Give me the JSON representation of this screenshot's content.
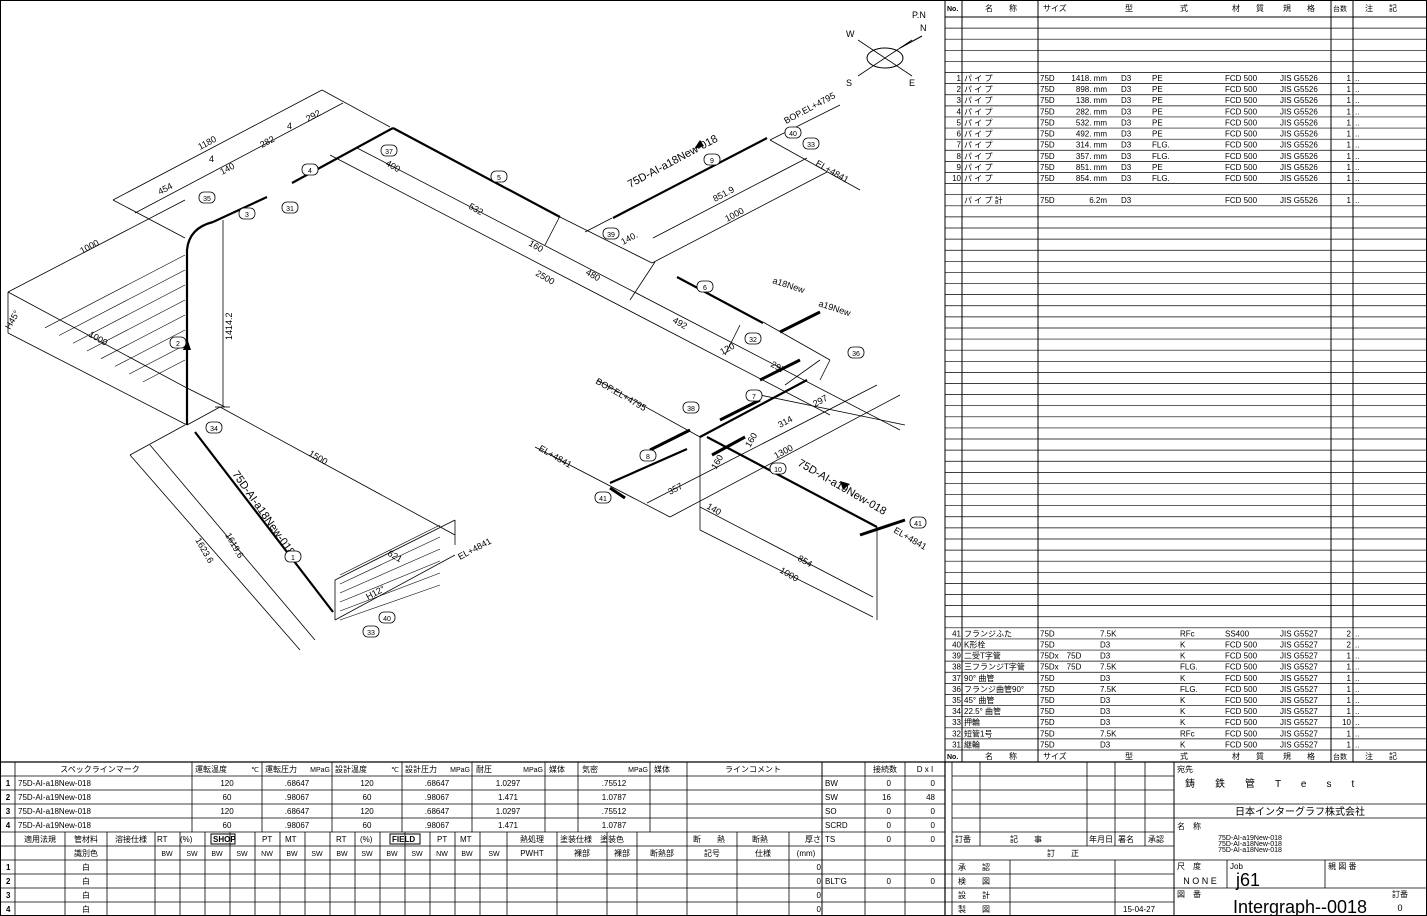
{
  "drawing": {
    "compass": {
      "pn": "P.N",
      "n": "N",
      "w": "W",
      "s": "S",
      "e": "E"
    },
    "labels": [
      "1180",
      "454",
      "140",
      "4",
      "282",
      "4",
      "292",
      "1000",
      "H45°",
      "1000",
      "1414.2",
      "1500",
      "400",
      "532",
      "160",
      "2500",
      "480",
      "492",
      "140.",
      "851.9",
      "1000",
      "75D-AI-a18New-018",
      "BOP.EL+4795",
      "EL+4841",
      "a18New",
      "a19New",
      "120",
      "297",
      "297",
      "314",
      "1300",
      "160",
      "160",
      "357",
      "140",
      "854",
      "1000",
      "75D-AI-a19New-018",
      "BOP.EL+4795",
      "EL+4841",
      "EL+4841",
      "75D-AI-a18New-018",
      "1619.6",
      "1623.6",
      "EL+4841",
      "621",
      "H12°"
    ],
    "callouts": [
      "35",
      "3",
      "31",
      "4",
      "37",
      "5",
      "9",
      "40",
      "33",
      "39",
      "6",
      "32",
      "36",
      "2",
      "34",
      "1",
      "40",
      "33",
      "7",
      "38",
      "8",
      "10",
      "41",
      "41"
    ]
  },
  "parts_header": {
    "no": "No.",
    "name": "名　　称",
    "size": "サイズ",
    "type_a": "型",
    "type_b": "式",
    "material": "材　　質",
    "spec": "規　　格",
    "qty": "台数",
    "note": "注　　記"
  },
  "pipes": [
    {
      "no": "1",
      "name": "パ イ プ",
      "size": "75D",
      "length": "1418. mm",
      "model": "D3",
      "end": "PE",
      "material": "FCD 500",
      "spec": "JIS G5526",
      "qty": "1",
      "note": ".."
    },
    {
      "no": "2",
      "name": "パ イ プ",
      "size": "75D",
      "length": "898. mm",
      "model": "D3",
      "end": "PE",
      "material": "FCD 500",
      "spec": "JIS G5526",
      "qty": "1",
      "note": ".."
    },
    {
      "no": "3",
      "name": "パ イ プ",
      "size": "75D",
      "length": "138. mm",
      "model": "D3",
      "end": "PE",
      "material": "FCD 500",
      "spec": "JIS G5526",
      "qty": "1",
      "note": ".."
    },
    {
      "no": "4",
      "name": "パ イ プ",
      "size": "75D",
      "length": "282. mm",
      "model": "D3",
      "end": "PE",
      "material": "FCD 500",
      "spec": "JIS G5526",
      "qty": "1",
      "note": ".."
    },
    {
      "no": "5",
      "name": "パ イ プ",
      "size": "75D",
      "length": "532. mm",
      "model": "D3",
      "end": "PE",
      "material": "FCD 500",
      "spec": "JIS G5526",
      "qty": "1",
      "note": ".."
    },
    {
      "no": "6",
      "name": "パ イ プ",
      "size": "75D",
      "length": "492. mm",
      "model": "D3",
      "end": "PE",
      "material": "FCD 500",
      "spec": "JIS G5526",
      "qty": "1",
      "note": ".."
    },
    {
      "no": "7",
      "name": "パ イ プ",
      "size": "75D",
      "length": "314. mm",
      "model": "D3",
      "end": "FLG.",
      "material": "FCD 500",
      "spec": "JIS G5526",
      "qty": "1",
      "note": ".."
    },
    {
      "no": "8",
      "name": "パ イ プ",
      "size": "75D",
      "length": "357. mm",
      "model": "D3",
      "end": "FLG.",
      "material": "FCD 500",
      "spec": "JIS G5526",
      "qty": "1",
      "note": ".."
    },
    {
      "no": "9",
      "name": "パ イ プ",
      "size": "75D",
      "length": "851. mm",
      "model": "D3",
      "end": "PE",
      "material": "FCD 500",
      "spec": "JIS G5526",
      "qty": "1",
      "note": ".."
    },
    {
      "no": "10",
      "name": "パ イ プ",
      "size": "75D",
      "length": "854. mm",
      "model": "D3",
      "end": "FLG.",
      "material": "FCD 500",
      "spec": "JIS G5526",
      "qty": "1",
      "note": ".."
    }
  ],
  "pipe_total": {
    "no": "",
    "name": "パ イ プ 計",
    "size": "75D",
    "length": "6.2m",
    "model": "D3",
    "end": "",
    "material": "FCD 500",
    "spec": "JIS G5526",
    "qty": "1",
    "note": ".."
  },
  "fittings": [
    {
      "no": "41",
      "name": "フランジふた",
      "size": "75D",
      "model": "7.5K",
      "end": "RFc",
      "material": "SS400",
      "spec": "JIS G5527",
      "qty": "2",
      "note": ".."
    },
    {
      "no": "40",
      "name": "K形栓",
      "size": "75D",
      "model": "D3",
      "end": "K",
      "material": "FCD 500",
      "spec": "JIS G5527",
      "qty": "2",
      "note": ".."
    },
    {
      "no": "39",
      "name": "二受T字管",
      "size": "75Dx　75D",
      "model": "D3",
      "end": "K",
      "material": "FCD 500",
      "spec": "JIS G5527",
      "qty": "1",
      "note": ".."
    },
    {
      "no": "38",
      "name": "三フランジT字管",
      "size": "75Dx　75D",
      "model": "7.5K",
      "end": "FLG.",
      "material": "FCD 500",
      "spec": "JIS G5527",
      "qty": "1",
      "note": ".."
    },
    {
      "no": "37",
      "name": "90° 曲管",
      "size": "75D",
      "model": "D3",
      "end": "K",
      "material": "FCD 500",
      "spec": "JIS G5527",
      "qty": "1",
      "note": ".."
    },
    {
      "no": "36",
      "name": "フランジ曲管90°",
      "size": "75D",
      "model": "7.5K",
      "end": "FLG.",
      "material": "FCD 500",
      "spec": "JIS G5527",
      "qty": "1",
      "note": ".."
    },
    {
      "no": "35",
      "name": "45° 曲管",
      "size": "75D",
      "model": "D3",
      "end": "K",
      "material": "FCD 500",
      "spec": "JIS G5527",
      "qty": "1",
      "note": ".."
    },
    {
      "no": "34",
      "name": "22.5° 曲管",
      "size": "75D",
      "model": "D3",
      "end": "K",
      "material": "FCD 500",
      "spec": "JIS G5527",
      "qty": "1",
      "note": ".."
    },
    {
      "no": "33",
      "name": "押輪",
      "size": "75D",
      "model": "D3",
      "end": "K",
      "material": "FCD 500",
      "spec": "JIS G5527",
      "qty": "10",
      "note": ".."
    },
    {
      "no": "32",
      "name": "短管1号",
      "size": "75D",
      "model": "7.5K",
      "end": "RFc",
      "material": "FCD 500",
      "spec": "JIS G5527",
      "qty": "1",
      "note": ".."
    },
    {
      "no": "31",
      "name": "継輪",
      "size": "75D",
      "model": "D3",
      "end": "K",
      "material": "FCD 500",
      "spec": "JIS G5527",
      "qty": "1",
      "note": ".."
    }
  ],
  "spec_table": {
    "header": [
      "スペックラインマーク",
      "運転温度",
      "℃",
      "運転圧力",
      "MPaG",
      "設計温度",
      "℃",
      "設計圧力",
      "MPaG",
      "耐圧",
      "MPaG",
      "媒体",
      "気密",
      "MPaG",
      "媒体",
      "ラインコメント"
    ],
    "rows": [
      [
        "1",
        "75D-AI-a18New-018",
        "120",
        ".68647",
        "120",
        ".68647",
        "1.0297",
        ".75512"
      ],
      [
        "2",
        "75D-AI-a19New-018",
        "60",
        ".98067",
        "60",
        ".98067",
        "1.471",
        "1.0787"
      ],
      [
        "3",
        "75D-AI-a18New-018",
        "120",
        ".68647",
        "120",
        ".68647",
        "1.0297",
        ".75512"
      ],
      [
        "4",
        "75D-AI-a19New-018",
        "60",
        ".98067",
        "60",
        ".98067",
        "1.471",
        "1.0787"
      ]
    ],
    "lower_header1": [
      "適用法規",
      "管材料",
      "溶接仕様",
      "RT",
      "(%)",
      "SHOP",
      "PT",
      "MT",
      "RT",
      "(%)",
      "FIELD",
      "PT",
      "MT",
      "熱処理",
      "塗装仕様",
      "塗装色",
      "断",
      "熱",
      "断熱",
      "厚さ"
    ],
    "lower_header2": [
      "識別色",
      "BW",
      "SW",
      "BW",
      "SW",
      "NW",
      "BW",
      "SW",
      "BW",
      "SW",
      "BW",
      "SW",
      "NW",
      "BW",
      "SW",
      "PWHT",
      "裸部",
      "裸部",
      "断熱部",
      "記号",
      "仕様",
      "(mm)"
    ],
    "lower_rows": [
      {
        "idx": "1",
        "color": "白",
        "thickness": "0"
      },
      {
        "idx": "2",
        "color": "白",
        "thickness": "0"
      },
      {
        "idx": "3",
        "color": "白",
        "thickness": "0"
      },
      {
        "idx": "4",
        "color": "白",
        "thickness": "0"
      }
    ]
  },
  "connections": {
    "header": [
      "接続数",
      "D x I"
    ],
    "rows": [
      [
        "BW",
        "0",
        "0"
      ],
      [
        "SW",
        "16",
        "48"
      ],
      [
        "SO",
        "0",
        "0"
      ],
      [
        "SCRD",
        "0",
        "0"
      ],
      [
        "TS",
        "0",
        "0"
      ]
    ],
    "bolting": [
      "BLT'G",
      "0",
      "0"
    ]
  },
  "title_block": {
    "rev_no": "訂番",
    "rev_desc": "記　　事",
    "rev_date": "年月日",
    "rev_sign": "署名",
    "rev_approve": "承認",
    "revision": "訂　　正",
    "approve": "承　　認",
    "check": "検　　図",
    "design": "設　　計",
    "draft": "製　　図",
    "draft_date": "15-04-27",
    "client_label": "宛先",
    "client": "鋳　　鉄　　管　　T　　e　　s　　t",
    "company": "日本インターグラフ株式会社",
    "name_label": "名　称",
    "names": [
      "75D-AI-a19New-018",
      "75D-AI-a18New-018",
      "75D-AI-a18New-018"
    ],
    "scale_label": "尺　度",
    "scale": "N O N E",
    "job_label": "Job",
    "job": "j61",
    "parent_label": "親 図 番",
    "drawing_label": "図　番",
    "drawing_no": "Intergraph--0018",
    "rev_label": "訂番",
    "rev_value": "0"
  }
}
